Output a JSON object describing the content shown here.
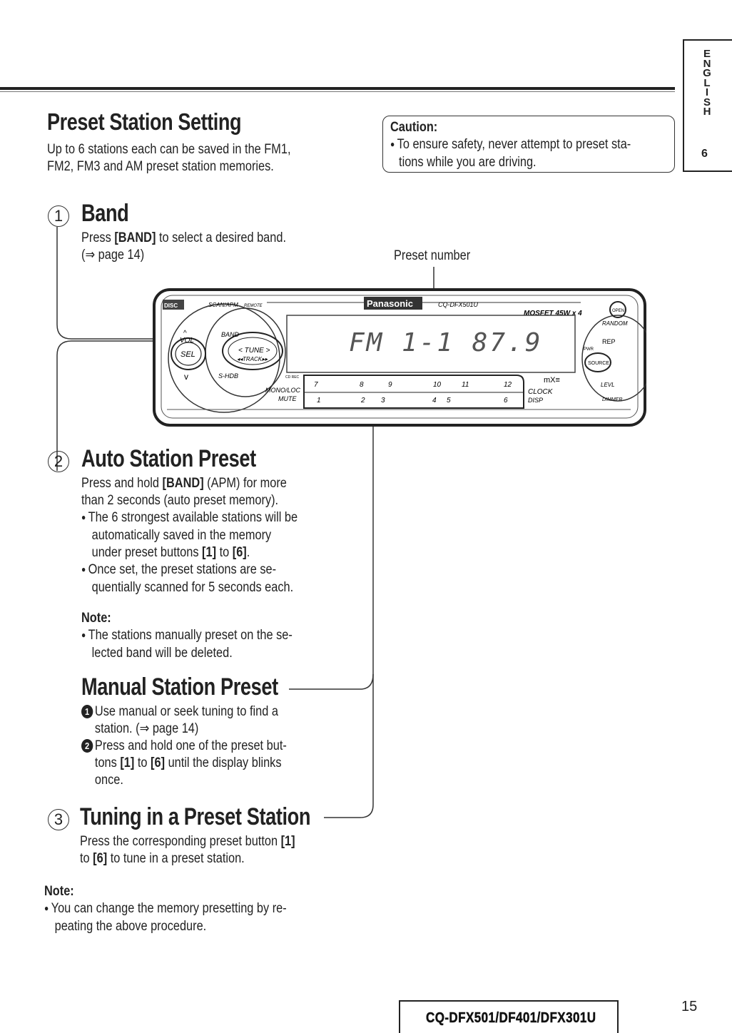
{
  "side_tab": {
    "letters": [
      "E",
      "N",
      "G",
      "L",
      "I",
      "S",
      "H"
    ],
    "number": "6"
  },
  "header": {
    "title": "Preset Station Setting",
    "intro": [
      "Up to 6 stations each can be saved in the FM1,",
      "FM2, FM3 and AM preset station memories."
    ]
  },
  "caution": {
    "label": "Caution:",
    "lines": [
      "To ensure safety, never attempt to preset sta-",
      "tions while you are driving."
    ]
  },
  "band": {
    "number": "1",
    "title": "Band",
    "line1_pre": "Press ",
    "line1_key": "[BAND]",
    "line1_post": " to select a desired band.",
    "line2": "(⇒ page 14)"
  },
  "figure": {
    "preset_number_label": "Preset number",
    "brand": "Panasonic",
    "model_label": "CQ-DFX501U",
    "power_label": "MOSFET 45W x 4",
    "display_text": "FM 1-1  87.9",
    "buttons": {
      "scan_apm": "SCAN/APM",
      "remote": "REMOTE",
      "vol": "VOL",
      "band": "BAND",
      "sel": "SEL",
      "tune": "< TUNE >",
      "track": "◂◂TRACK▸▸",
      "shdb": "S-HDB",
      "mono_loc": "MONO/LOC",
      "mute": "MUTE",
      "clock": "CLOCK",
      "disp": "DISP",
      "open": "OPEN",
      "random": "RANDOM",
      "rep": "REP",
      "pwr": "PWR",
      "source": "SOURCE",
      "levl": "LEVL",
      "dimmer": "DIMMER",
      "mxe": "mX≡",
      "cd_rec": "CD REC"
    },
    "preset_top": [
      "7",
      "8",
      "9",
      "10",
      "11",
      "12"
    ],
    "preset_bottom": [
      "1",
      "2",
      "3",
      "4",
      "5",
      "6"
    ]
  },
  "auto": {
    "number": "2",
    "title": "Auto Station Preset",
    "p1_pre": "Press and hold ",
    "p1_key": "[BAND]",
    "p1_post": " (APM) for more",
    "p1_line2": "than 2 seconds (auto preset memory).",
    "b1_l1": "The 6 strongest available stations will be",
    "b1_l2": "automatically saved in the memory",
    "b1_l3_pre": "under preset buttons ",
    "b1_k1": "[1]",
    "b1_mid": " to ",
    "b1_k2": "[6]",
    "b1_end": ".",
    "b2_l1": "Once set, the preset stations are se-",
    "b2_l2": "quentially scanned for 5 seconds each.",
    "note_label": "Note:",
    "note_l1": "The stations manually preset on the se-",
    "note_l2": "lected band will be deleted."
  },
  "manual": {
    "title": "Manual Station Preset",
    "s1_num": "1",
    "s1_l1": "Use manual or seek tuning to find a",
    "s1_l2": "station. (⇒ page 14)",
    "s2_num": "2",
    "s2_l1": "Press and hold one of the preset but-",
    "s2_l2_pre": "tons ",
    "s2_k1": "[1]",
    "s2_mid": " to ",
    "s2_k2": "[6]",
    "s2_post": " until the display blinks",
    "s2_l3": "once."
  },
  "tuning": {
    "number": "3",
    "title": "Tuning in a Preset Station",
    "l1_pre": "Press the corresponding preset button ",
    "l1_key": "[1]",
    "l2_pre": "to ",
    "l2_key": "[6]",
    "l2_post": " to tune in a preset station."
  },
  "bottom_note": {
    "label": "Note:",
    "l1": "You can change the memory presetting by re-",
    "l2": "peating the above procedure."
  },
  "footer": {
    "model": "CQ-DFX501/DF401/DFX301U",
    "page": "15"
  }
}
